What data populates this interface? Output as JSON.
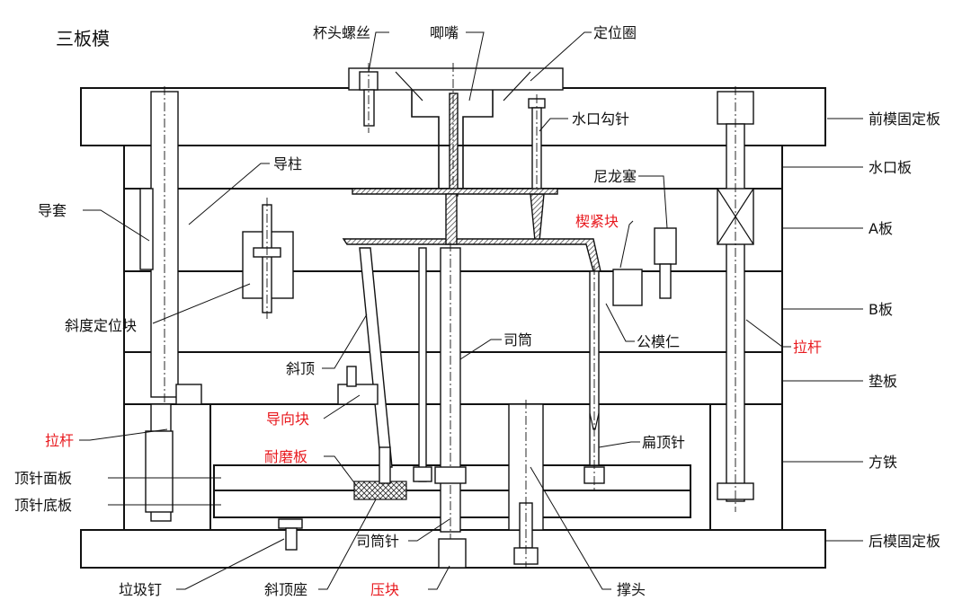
{
  "title": "三板模",
  "labels": {
    "cup_screw": "杯头螺丝",
    "sprue": "唧嘴",
    "locating_ring": "定位圈",
    "front_clamp_plate": "前模固定板",
    "sprue_puller": "水口勾针",
    "runner_plate": "水口板",
    "guide_pillar": "导柱",
    "nylon_plug": "尼龙塞",
    "guide_bushing": "导套",
    "wedge_block": "楔紧块",
    "a_plate": "A板",
    "angle_locating_block": "斜度定位块",
    "b_plate": "B板",
    "core_insert": "公模仁",
    "sleeve": "司筒",
    "lifter": "斜顶",
    "pull_rod_right": "拉杆",
    "spacer_plate": "垫板",
    "guide_block": "导向块",
    "pull_rod_left": "拉杆",
    "flat_ejector": "扁顶针",
    "wear_plate": "耐磨板",
    "support_block": "方铁",
    "ejector_retainer_plate": "顶针面板",
    "ejector_plate": "顶针底板",
    "sleeve_pin": "司筒针",
    "rear_clamp_plate": "后模固定板",
    "stop_pin": "垃圾钉",
    "lifter_base": "斜顶座",
    "press_block": "压块",
    "support_pillar": "撑头"
  },
  "colors": {
    "line": "#111111",
    "highlight_label": "#e8191e",
    "background": "#ffffff"
  }
}
